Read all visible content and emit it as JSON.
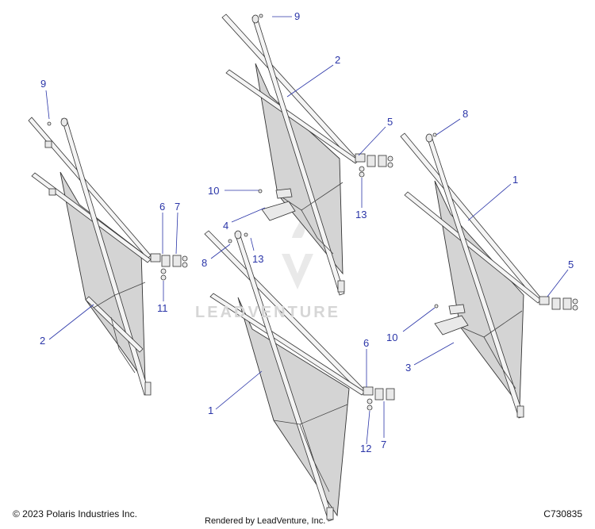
{
  "footer": {
    "copyright": "© 2023 Polaris Industries Inc.",
    "rendered_by": "Rendered by LeadVenture, Inc.",
    "diagram_code": "C730835"
  },
  "watermark": {
    "text": "LEADVENTURE"
  },
  "callouts": [
    "9",
    "2",
    "5",
    "8",
    "1",
    "10",
    "13",
    "4",
    "6",
    "7",
    "8",
    "13",
    "11",
    "2",
    "5",
    "10",
    "3",
    "6",
    "1",
    "12",
    "7",
    "9"
  ]
}
